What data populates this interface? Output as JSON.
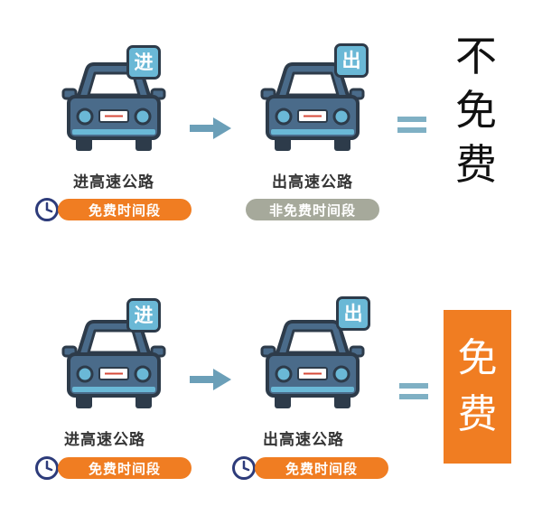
{
  "colors": {
    "car_body": "#4a6b8a",
    "car_outline": "#2d3b4a",
    "badge": "#6ab8d6",
    "pill_free": "#f07d22",
    "pill_nonfree": "#a6a99b",
    "arrow": "#6b9fb8",
    "equals": "#7fb0c4",
    "result_box": "#f07d22",
    "clock": "#2d3b7a"
  },
  "scenario_1": {
    "enter": {
      "badge": "进",
      "caption": "进高速公路",
      "period": "免费时间段"
    },
    "exit": {
      "badge": "出",
      "caption": "出高速公路",
      "period": "非免费时间段"
    },
    "result": [
      "不",
      "免",
      "费"
    ]
  },
  "scenario_2": {
    "enter": {
      "badge": "进",
      "caption": "进高速公路",
      "period": "免费时间段"
    },
    "exit": {
      "badge": "出",
      "caption": "出高速公路",
      "period": "免费时间段"
    },
    "result": [
      "免",
      "费"
    ]
  }
}
